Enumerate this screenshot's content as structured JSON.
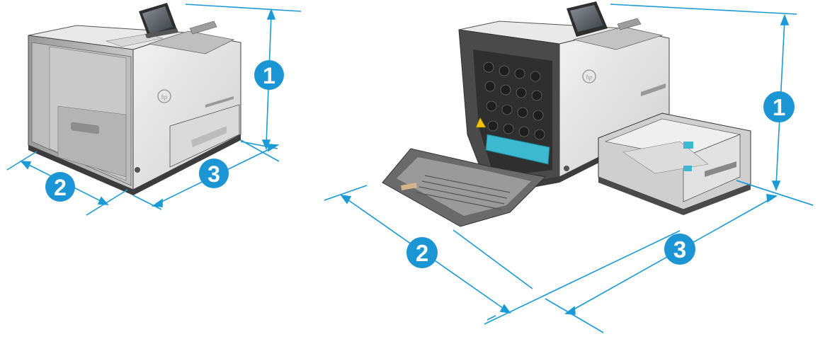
{
  "colors": {
    "accent": "#1c9ad6",
    "badge": "#1b95d3",
    "printer_body": "#d6d6d6",
    "printer_dark": "#3f3f3f",
    "paper_path_teal": "#3cb8cf",
    "warning_yellow": "#f5c400"
  },
  "left_figure": {
    "badges": [
      "1",
      "2",
      "3"
    ],
    "logo": "hp",
    "description": "printer-closed"
  },
  "right_figure": {
    "badges": [
      "1",
      "2",
      "3"
    ],
    "logo": "hp",
    "description": "printer-open-door-and-tray"
  }
}
